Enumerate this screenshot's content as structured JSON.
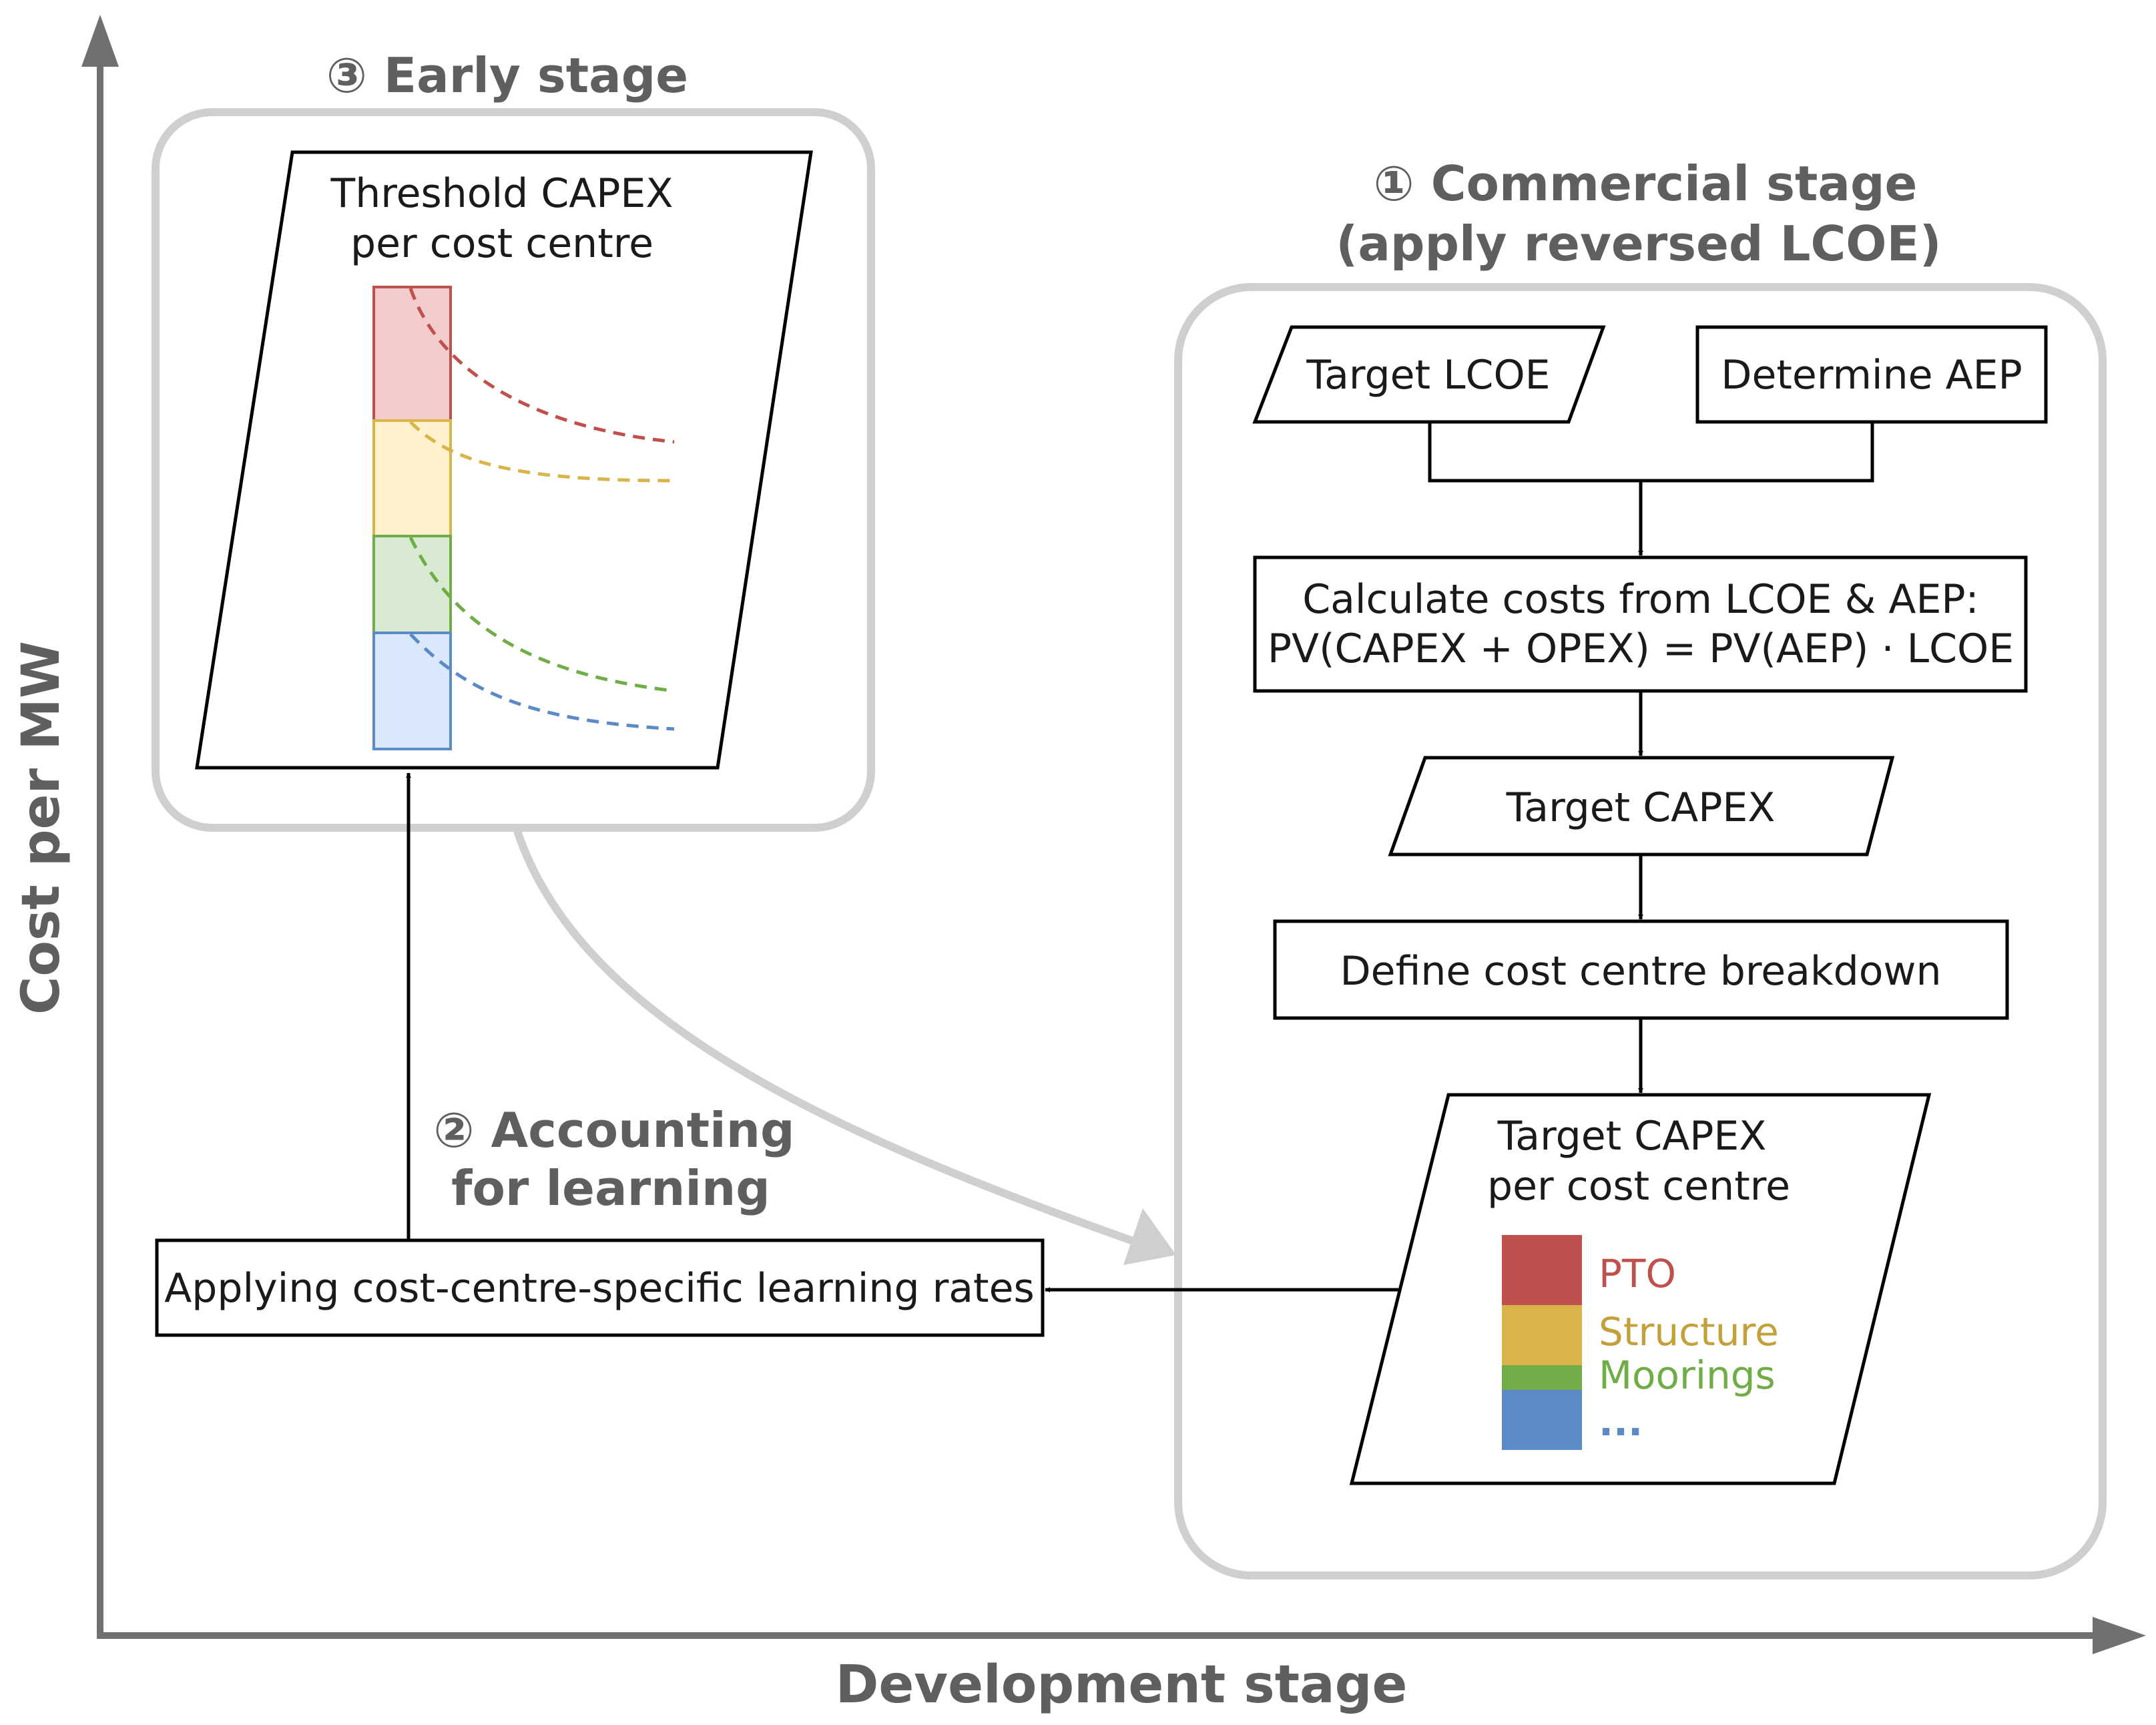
{
  "axes": {
    "x_label": "Development stage",
    "y_label": "Cost per MW"
  },
  "early_stage": {
    "title": "③ Early stage",
    "box_line1": "Threshold CAPEX",
    "box_line2": "per cost centre"
  },
  "commercial_stage": {
    "title_line1": "① Commercial stage",
    "title_line2": "(apply reversed LCOE)",
    "target_lcoe": "Target LCOE",
    "determine_aep": "Determine AEP",
    "calc_line1": "Calculate costs from LCOE & AEP:",
    "calc_line2": "PV(CAPEX + OPEX) = PV(AEP) · LCOE",
    "target_capex": "Target CAPEX",
    "define_breakdown": "Define cost centre breakdown",
    "target_per_cc_line1": "Target CAPEX",
    "target_per_cc_line2": "per cost centre",
    "legend": [
      {
        "label": "PTO",
        "color": "#c0504d"
      },
      {
        "label": "Structure",
        "color": "#d9b44a"
      },
      {
        "label": "Moorings",
        "color": "#70ad47"
      },
      {
        "label": "...",
        "color": "#5b8ac6"
      }
    ]
  },
  "accounting": {
    "title_line1": "② Accounting",
    "title_line2": "for learning",
    "box_label": "Applying cost-centre-specific learning rates"
  },
  "colors": {
    "axis": "#707070",
    "frame": "#cfcfcf",
    "pto": "#c0504d",
    "structure": "#d9b44a",
    "moorings": "#70ad47",
    "other": "#5b8ac6"
  }
}
